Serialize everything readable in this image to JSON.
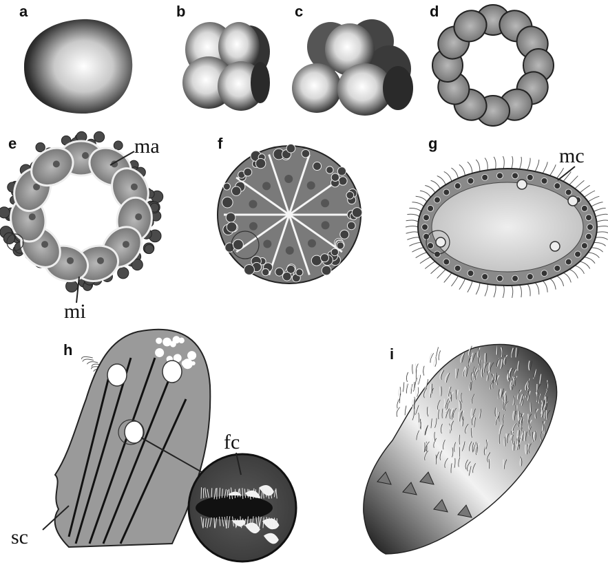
{
  "panels": {
    "a": {
      "label": "a"
    },
    "b": {
      "label": "b"
    },
    "c": {
      "label": "c"
    },
    "d": {
      "label": "d"
    },
    "e": {
      "label": "e",
      "labels": {
        "macromere": "ma",
        "micromere": "mi"
      }
    },
    "f": {
      "label": "f"
    },
    "g": {
      "label": "g",
      "labels": {
        "multiciliated_cell": "mc"
      }
    },
    "h": {
      "label": "h",
      "labels": {
        "flagellated_cell": "fc",
        "sclerocyte": "sc"
      }
    },
    "i": {
      "label": "i"
    }
  },
  "colors": {
    "ink": "#111111",
    "cell_dark": "#3a3a3a",
    "cell_light": "#f2f2f2",
    "cell_grey": "#8a8a8a"
  }
}
